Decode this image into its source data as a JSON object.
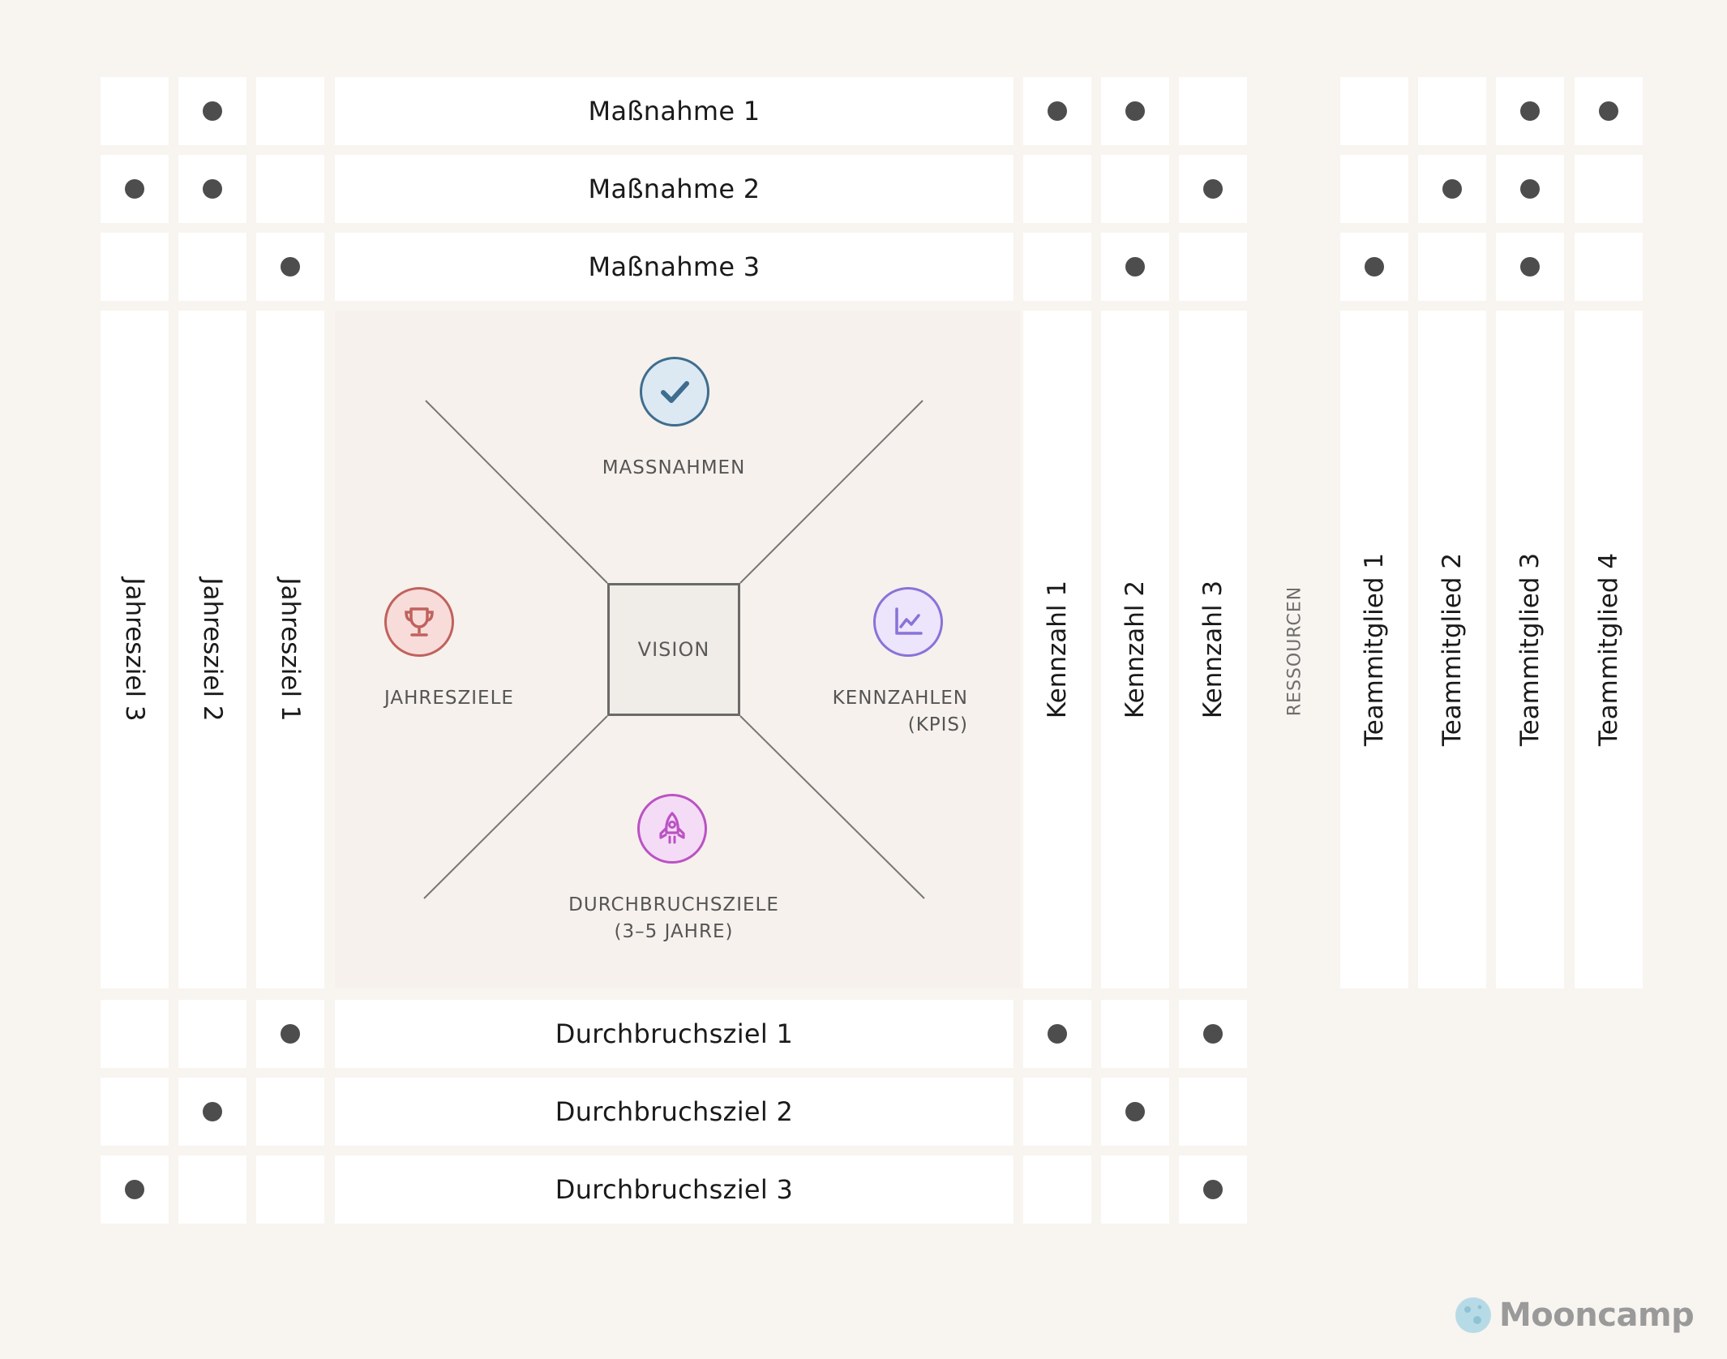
{
  "massnahmen": [
    "Maßnahme 1",
    "Maßnahme 2",
    "Maßnahme 3"
  ],
  "durchbruchsziele": [
    "Durchbruchsziel 1",
    "Durchbruchsziel 2",
    "Durchbruchsziel 3"
  ],
  "jahresziele": [
    "Jahresziel 3",
    "Jahresziel 2",
    "Jahresziel 1"
  ],
  "kennzahlen": [
    "Kennzahl 1",
    "Kennzahl 2",
    "Kennzahl 3"
  ],
  "ressourcen_label": "RESSOURCEN",
  "teammitglieder": [
    "Teammitglied 1",
    "Teammitglied 2",
    "Teammitglied 3",
    "Teammitglied 4"
  ],
  "center": {
    "vision": "VISION",
    "massnahmen_label": "MASSNAHMEN",
    "jahresziele_label": "JAHRESZIELE",
    "kennzahlen_label_1": "KENNZAHLEN",
    "kennzahlen_label_2": "(KPIS)",
    "durchbruch_label_1": "DURCHBRUCHSZIELE",
    "durchbruch_label_2": "(3–5 JAHRE)"
  },
  "icons": {
    "massnahmen": "check-icon",
    "jahresziele": "trophy-icon",
    "kennzahlen": "line-chart-icon",
    "durchbruch": "rocket-icon"
  },
  "colors": {
    "background": "#f8f4f0",
    "dot": "#4d4d4d",
    "check": "#3f6d8f",
    "trophy": "#c0625c",
    "chart": "#8a72d8",
    "rocket": "#bb52c4"
  },
  "matrix": {
    "massnahmen_jahresziele": [
      [
        0,
        1,
        0
      ],
      [
        1,
        1,
        0
      ],
      [
        0,
        0,
        1
      ]
    ],
    "massnahmen_kennzahlen": [
      [
        1,
        1,
        0
      ],
      [
        0,
        0,
        1
      ],
      [
        0,
        1,
        0
      ]
    ],
    "massnahmen_team": [
      [
        0,
        0,
        1,
        1
      ],
      [
        0,
        1,
        1,
        0
      ],
      [
        1,
        0,
        1,
        0
      ]
    ],
    "durchbruch_jahresziele": [
      [
        0,
        0,
        1
      ],
      [
        0,
        1,
        0
      ],
      [
        1,
        0,
        0
      ]
    ],
    "durchbruch_kennzahlen": [
      [
        1,
        0,
        1
      ],
      [
        0,
        1,
        0
      ],
      [
        0,
        0,
        1
      ]
    ]
  },
  "logo": "Mooncamp"
}
